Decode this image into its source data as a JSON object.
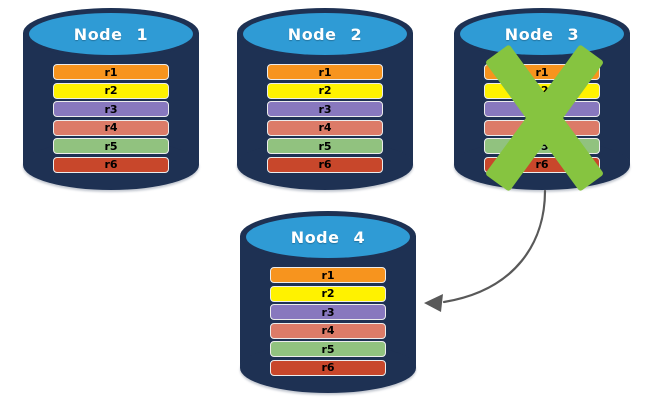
{
  "palette": {
    "background": "#FFFFFF",
    "cylinder_body": "#1E3153",
    "cylinder_top": "#2F9BD5",
    "record_border": "#ECECEC",
    "node_label_text": "#FFFFFF",
    "record_text": "#000000",
    "failure_x": "#86C440",
    "arrow": "#595959",
    "records": {
      "r1": "#F7941E",
      "r2": "#FFF200",
      "r3": "#8878BE",
      "r4": "#DC7B68",
      "r5": "#91C27F",
      "r6": "#C8472B"
    }
  },
  "nodes": [
    {
      "label": "Node 1",
      "failed": false,
      "records": [
        "r1",
        "r2",
        "r3",
        "r4",
        "r5",
        "r6"
      ]
    },
    {
      "label": "Node 2",
      "failed": false,
      "records": [
        "r1",
        "r2",
        "r3",
        "r4",
        "r5",
        "r6"
      ]
    },
    {
      "label": "Node 3",
      "failed": true,
      "records": [
        "r1",
        "r2",
        "r3",
        "r4",
        "r5",
        "r6"
      ]
    },
    {
      "label": "Node 4",
      "failed": false,
      "records": [
        "r1",
        "r2",
        "r3",
        "r4",
        "r5",
        "r6"
      ]
    }
  ],
  "arrow": {
    "from": "Node 3",
    "to": "Node 4",
    "meaning": "failover-replication"
  }
}
